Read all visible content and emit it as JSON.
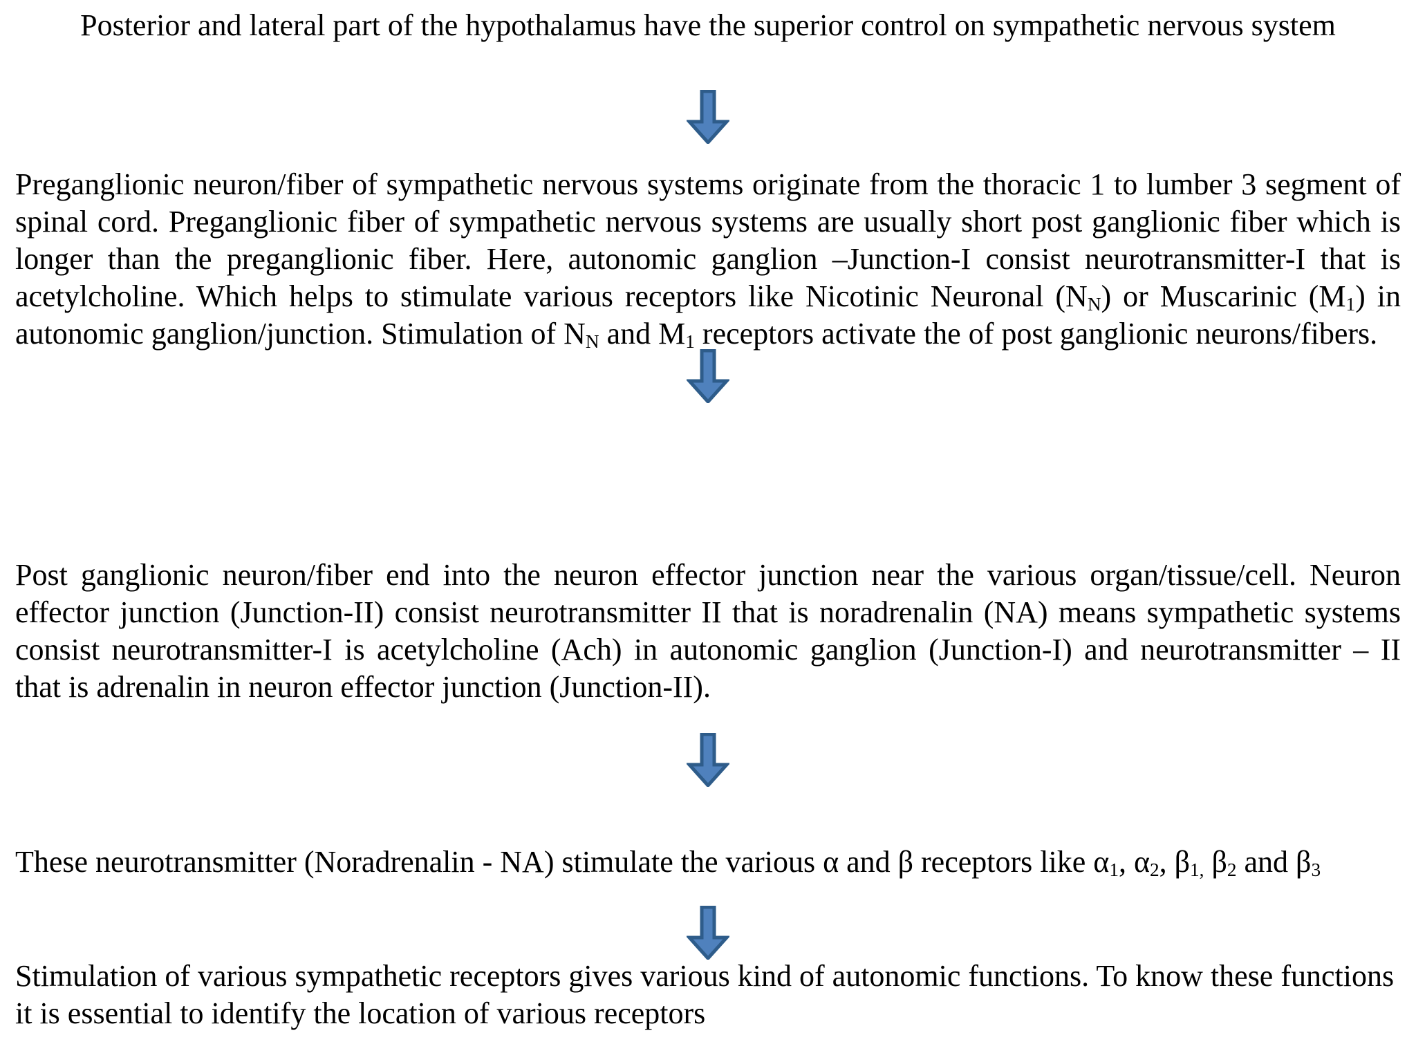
{
  "document": {
    "type": "flowchart-text",
    "background_color": "#ffffff",
    "text_color": "#000000",
    "arrow_fill_color": "#4F81BD",
    "arrow_border_color": "#2E5C8A",
    "blocks": [
      {
        "id": "block-1",
        "name": "hypothalamus-control-statement",
        "align": "center",
        "text": "Posterior and lateral part of the hypothalamus have the superior control on sympathetic  nervous system"
      },
      {
        "id": "block-2",
        "name": "preganglionic-fiber-paragraph",
        "align": "justify",
        "segments": [
          {
            "t": "Preganglionic neuron/fiber of sympathetic nervous systems originate from the thoracic 1 to lumber 3 segment of spinal cord. Preganglionic fiber of sympathetic nervous  systems are usually short  post ganglionic fiber which is longer than the preganglionic fiber. Here, autonomic ganglion –Junction-I consist  neurotransmitter-I that is acetylcholine. Which helps to stimulate various  receptors  like Nicotinic Neuronal (N"
          },
          {
            "t": "N",
            "sub": true
          },
          {
            "t": ") or Muscarinic (M"
          },
          {
            "t": "1",
            "sub": true
          },
          {
            "t": ") in autonomic ganglion/junction. Stimulation of  N"
          },
          {
            "t": "N",
            "sub": true
          },
          {
            "t": " and M"
          },
          {
            "t": "1",
            "sub": true
          },
          {
            "t": " receptors activate the of post ganglionic neurons/fibers."
          }
        ]
      },
      {
        "id": "block-3",
        "name": "postganglionic-fiber-paragraph",
        "align": "justify",
        "text": "Post ganglionic neuron/fiber end into the neuron effector junction near the various organ/tissue/cell. Neuron effector junction (Junction-II) consist neurotransmitter II that is noradrenalin (NA) means sympathetic systems consist neurotransmitter-I is acetylcholine (Ach) in autonomic ganglion (Junction-I) and neurotransmitter – II that is adrenalin in neuron effector junction (Junction-II)."
      },
      {
        "id": "block-4",
        "name": "receptor-types-paragraph",
        "align": "justify",
        "segments": [
          {
            "t": "These neurotransmitter (Noradrenalin - NA) stimulate the various α and β receptors like α"
          },
          {
            "t": "1",
            "sub": true
          },
          {
            "t": ", α"
          },
          {
            "t": "2",
            "sub": true
          },
          {
            "t": ", β"
          },
          {
            "t": "1,",
            "sub": true
          },
          {
            "t": " β"
          },
          {
            "t": "2",
            "sub": true
          },
          {
            "t": " and β"
          },
          {
            "t": "3",
            "sub": true
          }
        ]
      },
      {
        "id": "block-5",
        "name": "autonomic-functions-paragraph",
        "align": "left",
        "text": "Stimulation of various sympathetic receptors gives various kind of autonomic functions. To know these functions it is essential to identify the location of various receptors"
      }
    ],
    "arrows": [
      {
        "id": "arrow-1",
        "name": "down-arrow-1",
        "direction": "down"
      },
      {
        "id": "arrow-2",
        "name": "down-arrow-2",
        "direction": "down"
      },
      {
        "id": "arrow-3",
        "name": "down-arrow-3",
        "direction": "down"
      },
      {
        "id": "arrow-4",
        "name": "down-arrow-4",
        "direction": "down"
      }
    ]
  }
}
